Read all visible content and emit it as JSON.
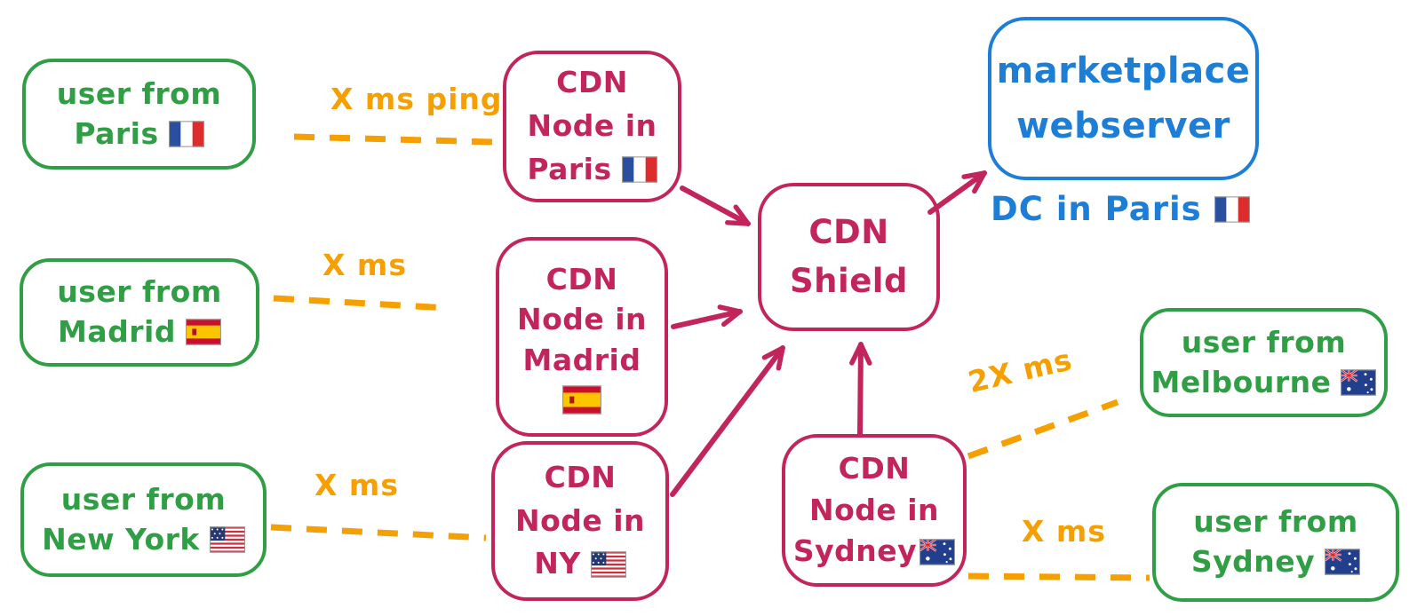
{
  "colors": {
    "user_green": "#2f9e44",
    "cdn_crimson": "#c2255c",
    "webserver_blue": "#1c7ed6",
    "latency_orange": "#f59f00"
  },
  "boxes": {
    "user_paris": {
      "lines": [
        "user from",
        "Paris"
      ],
      "flag": "france"
    },
    "user_madrid": {
      "lines": [
        "user from",
        "Madrid"
      ],
      "flag": "spain"
    },
    "user_new_york": {
      "lines": [
        "user from",
        "New York"
      ],
      "flag": "usa"
    },
    "user_melbourne": {
      "lines": [
        "user from",
        "Melbourne"
      ],
      "flag": "australia"
    },
    "user_sydney": {
      "lines": [
        "user from",
        "Sydney"
      ],
      "flag": "australia"
    },
    "cdn_paris": {
      "lines": [
        "CDN",
        "Node in",
        "Paris"
      ],
      "flag": "france"
    },
    "cdn_madrid": {
      "lines": [
        "CDN",
        "Node in",
        "Madrid"
      ],
      "flag": "spain"
    },
    "cdn_ny": {
      "lines": [
        "CDN",
        "Node in",
        "NY"
      ],
      "flag": "usa"
    },
    "cdn_sydney": {
      "lines": [
        "CDN",
        "Node in",
        "Sydney"
      ],
      "flag": "australia"
    },
    "cdn_shield": {
      "lines": [
        "CDN",
        "Shield"
      ]
    },
    "webserver": {
      "lines": [
        "marketplace",
        "webserver"
      ]
    },
    "dc_caption": {
      "text": "DC in Paris",
      "flag": "france"
    }
  },
  "latency_labels": {
    "paris": "X ms ping",
    "madrid": "X ms",
    "new_york": "X ms",
    "melbourne": "2X ms",
    "sydney": "X ms"
  }
}
